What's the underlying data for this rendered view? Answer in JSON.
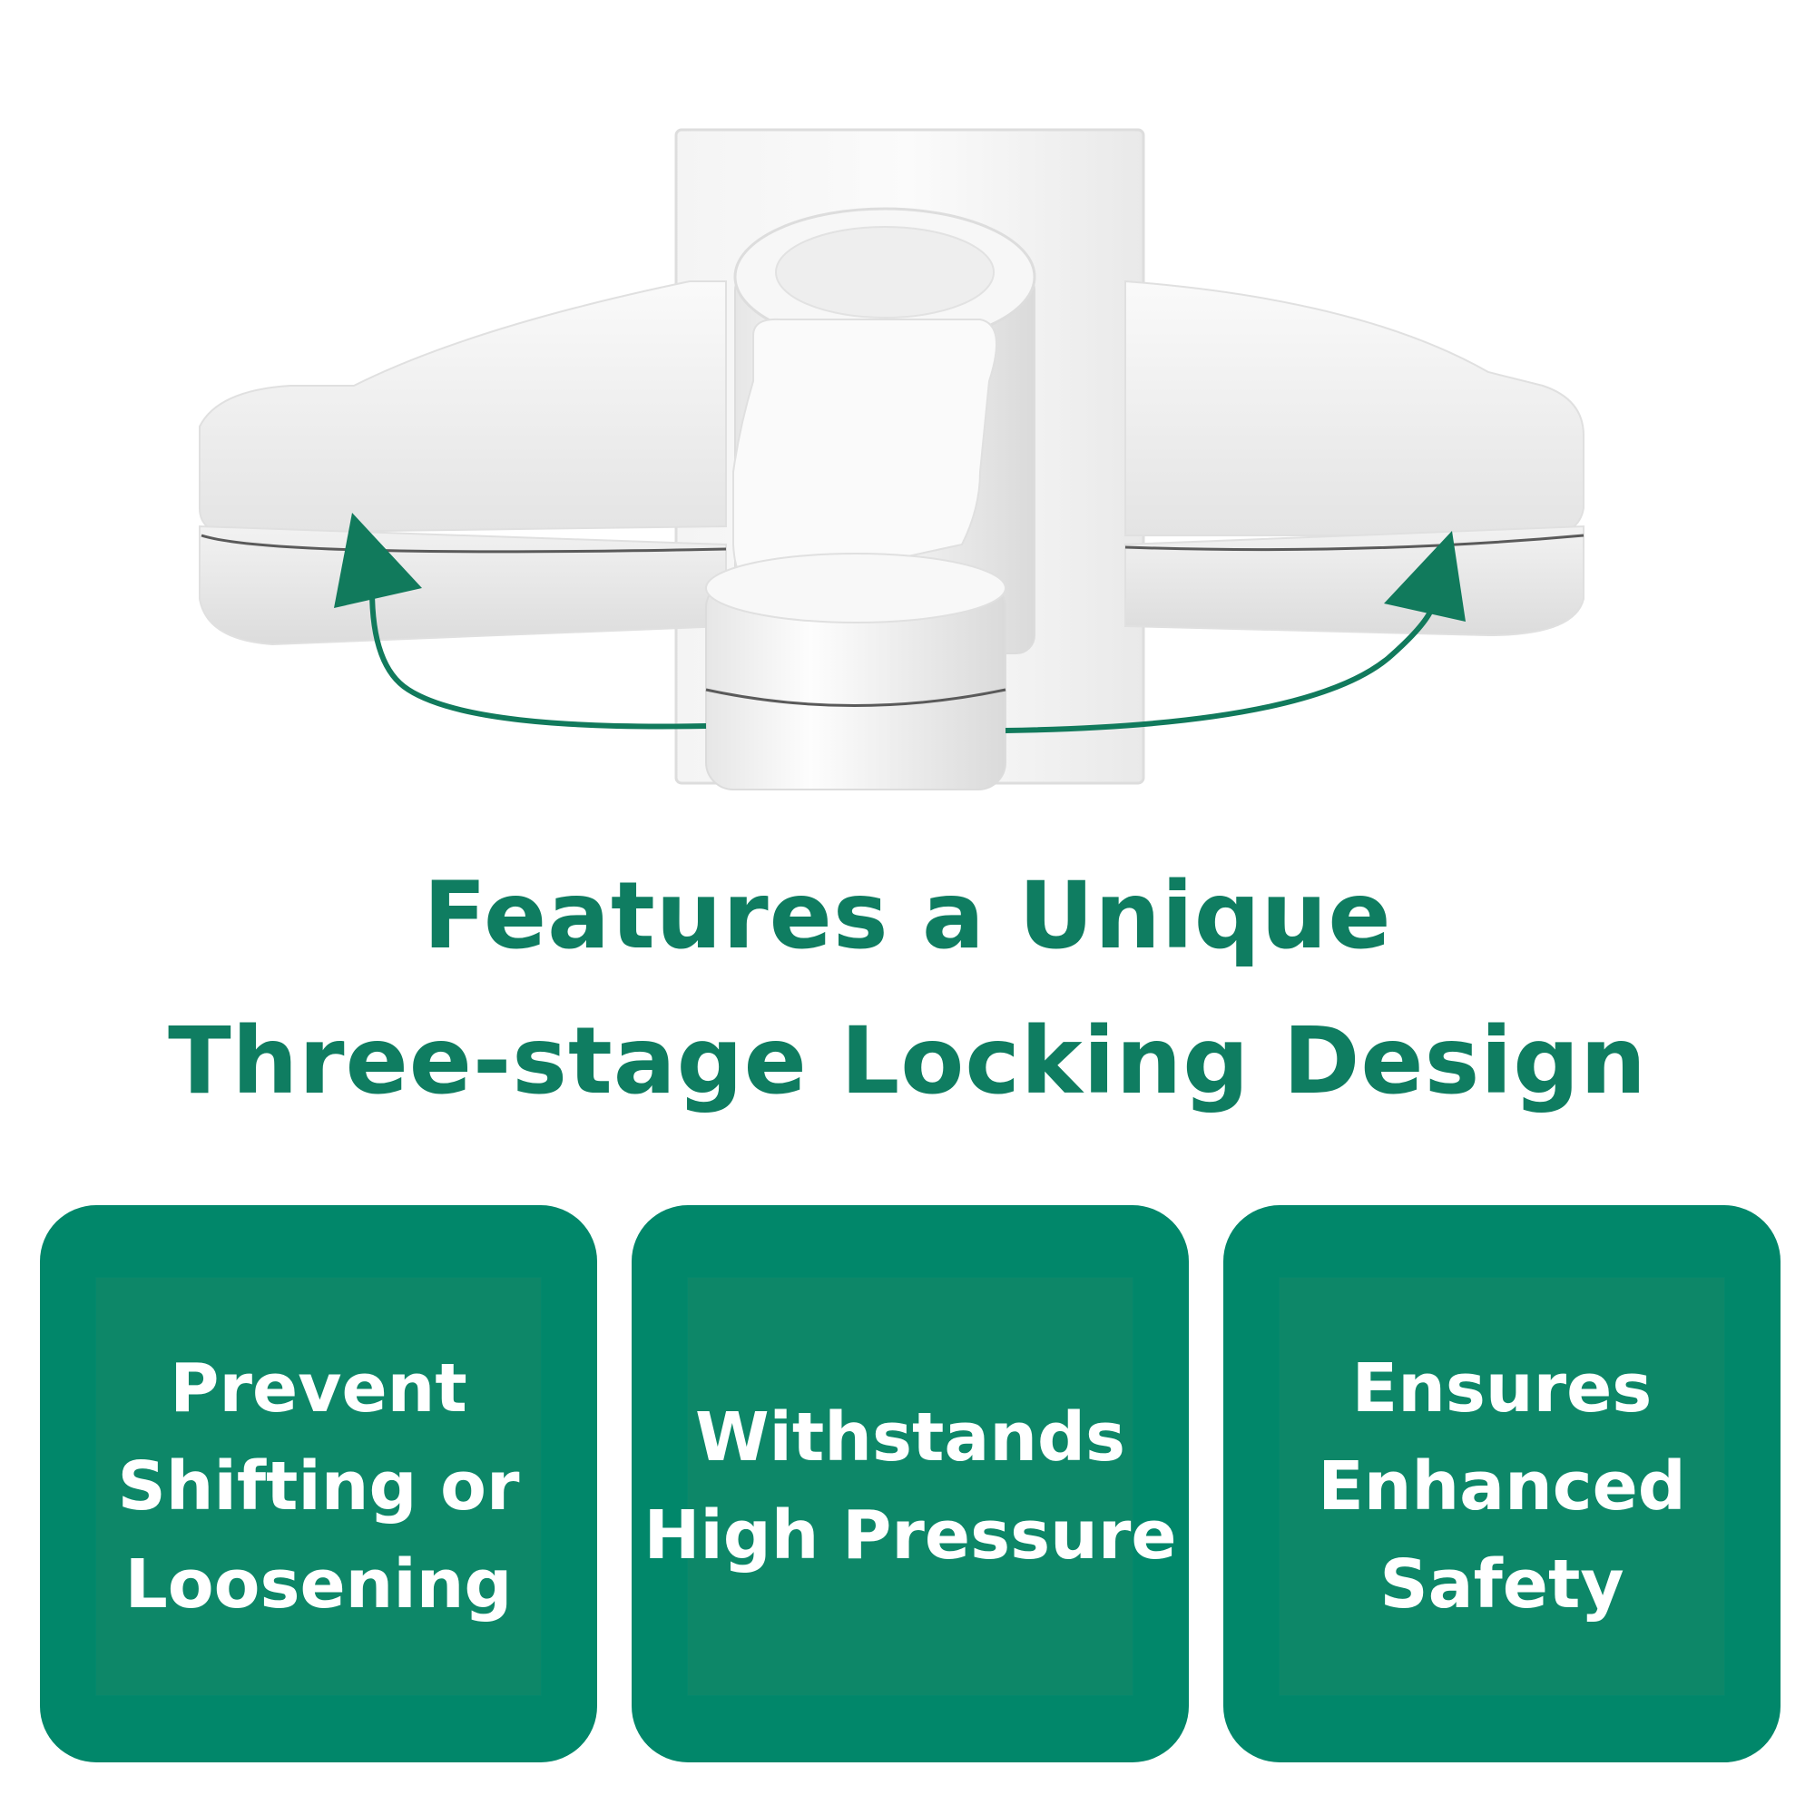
{
  "colors": {
    "accent_green": "#0f7d61",
    "card_green": "#01876a",
    "card_text": "#ffffff",
    "arrow_green": "#117a5c"
  },
  "product": {
    "name": "product-lock-illustration",
    "arrows": [
      "rotate-left-arrow-icon",
      "rotate-right-arrow-icon"
    ]
  },
  "headline": {
    "line1": "Features a Unique",
    "line2": "Three-stage Locking Design"
  },
  "cards": [
    {
      "lines": [
        "Prevent",
        "Shifting or",
        "Loosening"
      ]
    },
    {
      "lines": [
        "Withstands",
        "High Pressure"
      ]
    },
    {
      "lines": [
        "Ensures",
        "Enhanced",
        "Safety"
      ]
    }
  ]
}
